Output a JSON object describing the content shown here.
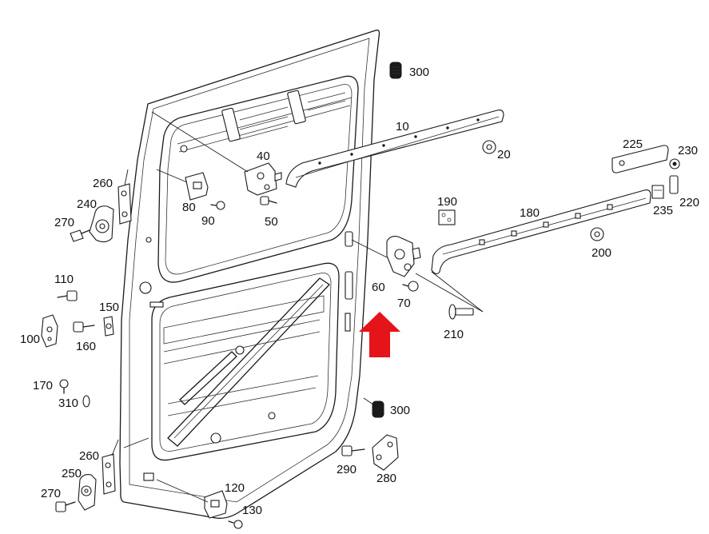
{
  "callouts": [
    {
      "id": "p300a",
      "text": "300"
    },
    {
      "id": "p10",
      "text": "10"
    },
    {
      "id": "p20",
      "text": "20"
    },
    {
      "id": "p225",
      "text": "225"
    },
    {
      "id": "p230",
      "text": "230"
    },
    {
      "id": "p40",
      "text": "40"
    },
    {
      "id": "p260a",
      "text": "260"
    },
    {
      "id": "p240",
      "text": "240"
    },
    {
      "id": "p80",
      "text": "80"
    },
    {
      "id": "p90",
      "text": "90"
    },
    {
      "id": "p50",
      "text": "50"
    },
    {
      "id": "p270a",
      "text": "270"
    },
    {
      "id": "p190",
      "text": "190"
    },
    {
      "id": "p180",
      "text": "180"
    },
    {
      "id": "p235",
      "text": "235"
    },
    {
      "id": "p220",
      "text": "220"
    },
    {
      "id": "p200",
      "text": "200"
    },
    {
      "id": "p110",
      "text": "110"
    },
    {
      "id": "p60",
      "text": "60"
    },
    {
      "id": "p150",
      "text": "150"
    },
    {
      "id": "p70",
      "text": "70"
    },
    {
      "id": "p100",
      "text": "100"
    },
    {
      "id": "p160",
      "text": "160"
    },
    {
      "id": "p210",
      "text": "210"
    },
    {
      "id": "p170",
      "text": "170"
    },
    {
      "id": "p310",
      "text": "310"
    },
    {
      "id": "p300b",
      "text": "300"
    },
    {
      "id": "p260b",
      "text": "260"
    },
    {
      "id": "p290",
      "text": "290"
    },
    {
      "id": "p250",
      "text": "250"
    },
    {
      "id": "p280",
      "text": "280"
    },
    {
      "id": "p270b",
      "text": "270"
    },
    {
      "id": "p120",
      "text": "120"
    },
    {
      "id": "p130",
      "text": "130"
    }
  ],
  "colors": {
    "line": "#1a1a1a",
    "arrow": "#e5141b",
    "background": "#ffffff"
  },
  "icons": [
    "direction-arrow-icon"
  ]
}
